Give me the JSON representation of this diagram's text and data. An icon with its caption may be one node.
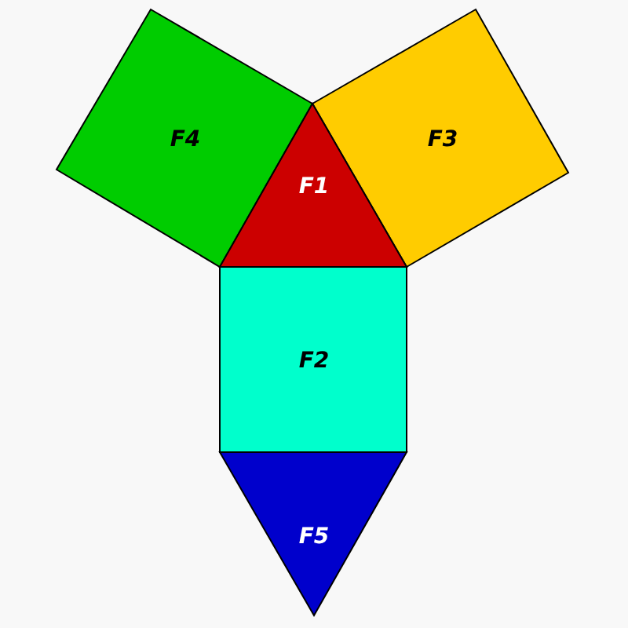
{
  "diagram": {
    "nodes": [
      {
        "text": [
          "F4"
        ]
      },
      {
        "text": [
          "F3"
        ]
      },
      {
        "text": [
          "F1"
        ]
      },
      {
        "text": [
          "F2"
        ]
      },
      {
        "text": [
          "F5"
        ]
      }
    ]
  }
}
